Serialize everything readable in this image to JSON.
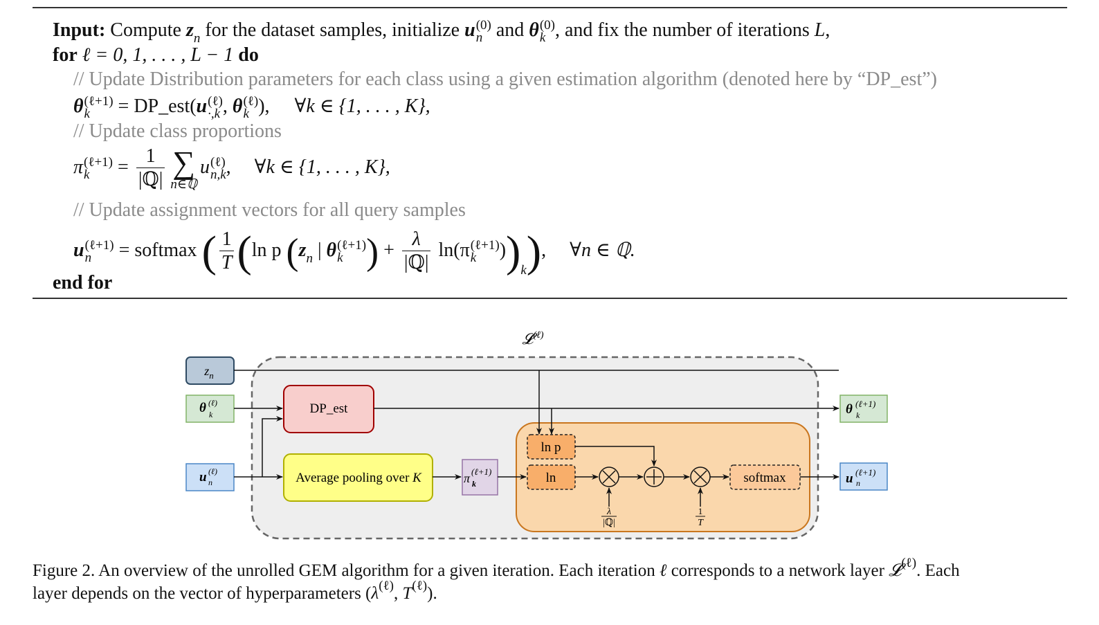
{
  "algorithm": {
    "input_label": "Input:",
    "input_text_1": "Compute ",
    "input_z": "z",
    "input_z_sub": "n",
    "input_text_2": " for the dataset samples, initialize ",
    "input_u": "u",
    "input_u_sup": "(0)",
    "input_u_sub": "n",
    "input_text_3": " and ",
    "input_theta": "θ",
    "input_theta_sup": "(0)",
    "input_theta_sub": "k",
    "input_text_4": ", and fix the number of iterations ",
    "input_L": "L",
    "input_text_5": ",",
    "for_kw": "for",
    "for_expr": " ℓ = 0, 1, . . . , L − 1 ",
    "do_kw": "do",
    "comment_1": "// Update Distribution parameters for each class using a given estimation algorithm (denoted here by “DP_est”)",
    "eq1": {
      "lhs": "θ",
      "lhs_sup": "(ℓ+1)",
      "lhs_sub": "k",
      "rhs_1": " = DP_est(",
      "u": "u",
      "u_sup": "(ℓ)",
      "u_sub": "·,k",
      "comma": ", ",
      "theta": "θ",
      "theta_sup": "(ℓ)",
      "theta_sub": "k",
      "rhs_2": "),",
      "forall": "∀k ∈ {1, . . . , K},"
    },
    "comment_2": "// Update class proportions",
    "eq2": {
      "lhs": "π",
      "lhs_sup": "(ℓ+1)",
      "lhs_sub": "k",
      "eq": " = ",
      "frac_num": "1",
      "frac_den": "|ℚ|",
      "sum": "∑",
      "sum_lim": "n∈ℚ",
      "u": "u",
      "u_sup": "(ℓ)",
      "u_sub": "n,k",
      "trail": ",",
      "forall": "∀k ∈ {1, . . . , K},"
    },
    "comment_3": "// Update assignment vectors for all query samples",
    "eq3": {
      "lhs": "u",
      "lhs_sup": "(ℓ+1)",
      "lhs_sub": "n",
      "eq": " = softmax ",
      "frac1_num": "1",
      "frac1_den": "T",
      "lnp": "ln p ",
      "z": "z",
      "z_sub": "n",
      "bar": " | ",
      "theta": "θ",
      "theta_sup": "(ℓ+1)",
      "theta_sub": "k",
      "plus": " + ",
      "frac2_num": "λ",
      "frac2_den": "|ℚ|",
      "ln": " ln(π",
      "pi_sup": "(ℓ+1)",
      "pi_sub": "k",
      "close": ")",
      "outer_sub": "k",
      "trail": ",",
      "forall": "∀n ∈ ℚ."
    },
    "end_kw": "end for"
  },
  "diagram": {
    "layer_label": "𝓛",
    "layer_sup": "(ℓ)",
    "inputs": {
      "z": {
        "label": "z",
        "sub": "n",
        "fill": "#b9c9d9",
        "stroke": "#2e4a63"
      },
      "theta": {
        "label": "θ",
        "sup": "(ℓ)",
        "sub": "k",
        "fill": "#d5e8d4",
        "stroke": "#82b366"
      },
      "u": {
        "label": "u",
        "sup": "(ℓ)",
        "sub": "n",
        "fill": "#cce0f7",
        "stroke": "#4a86c5"
      }
    },
    "blocks": {
      "dp_est": {
        "label": "DP_est",
        "fill": "#f8cecc",
        "stroke": "#a00000"
      },
      "avg_pool": {
        "label": "Average pooling over ",
        "label_var": "K",
        "fill": "#ffff88",
        "stroke": "#b0b000"
      },
      "pi": {
        "label": "π",
        "sup": "(ℓ+1)",
        "sub": "k",
        "fill": "#e1d5e7",
        "stroke": "#9673a6"
      },
      "inner": {
        "fill": "#fad7ac",
        "stroke": "#c9761e"
      },
      "lnp": {
        "label": "ln p",
        "fill": "#f8ae6a"
      },
      "ln": {
        "label": "ln",
        "fill": "#f8ae6a"
      },
      "softmax": {
        "label": "softmax",
        "fill": "#fbc99a"
      }
    },
    "operators": {
      "mult1": "×",
      "plus": "+",
      "mult2": "×",
      "mult1_factor_num": "λ",
      "mult1_factor_den": "|ℚ|",
      "mult2_factor_num": "1",
      "mult2_factor_den": "T"
    },
    "outputs": {
      "theta": {
        "label": "θ",
        "sup": "(ℓ+1)",
        "sub": "k",
        "fill": "#d5e8d4",
        "stroke": "#82b366"
      },
      "u": {
        "label": "u",
        "sup": "(ℓ+1)",
        "sub": "n",
        "fill": "#cce0f7",
        "stroke": "#4a86c5"
      }
    },
    "outer_fill": "#eeeeee",
    "outer_stroke": "#666666"
  },
  "caption": {
    "line1_a": "Figure 2.  An overview of the unrolled GEM algorithm for a given iteration. Each iteration ",
    "ell": "ℓ",
    "line1_b": " corresponds to a network layer ",
    "L": "𝓛",
    "L_sup": "(ℓ)",
    "line1_c": ". Each",
    "line2_a": "layer depends on the vector of hyperparameters (",
    "lambda": "λ",
    "lambda_sup": "(ℓ)",
    "comma": ", ",
    "T": "T",
    "T_sup": "(ℓ)",
    "line2_b": ")."
  }
}
